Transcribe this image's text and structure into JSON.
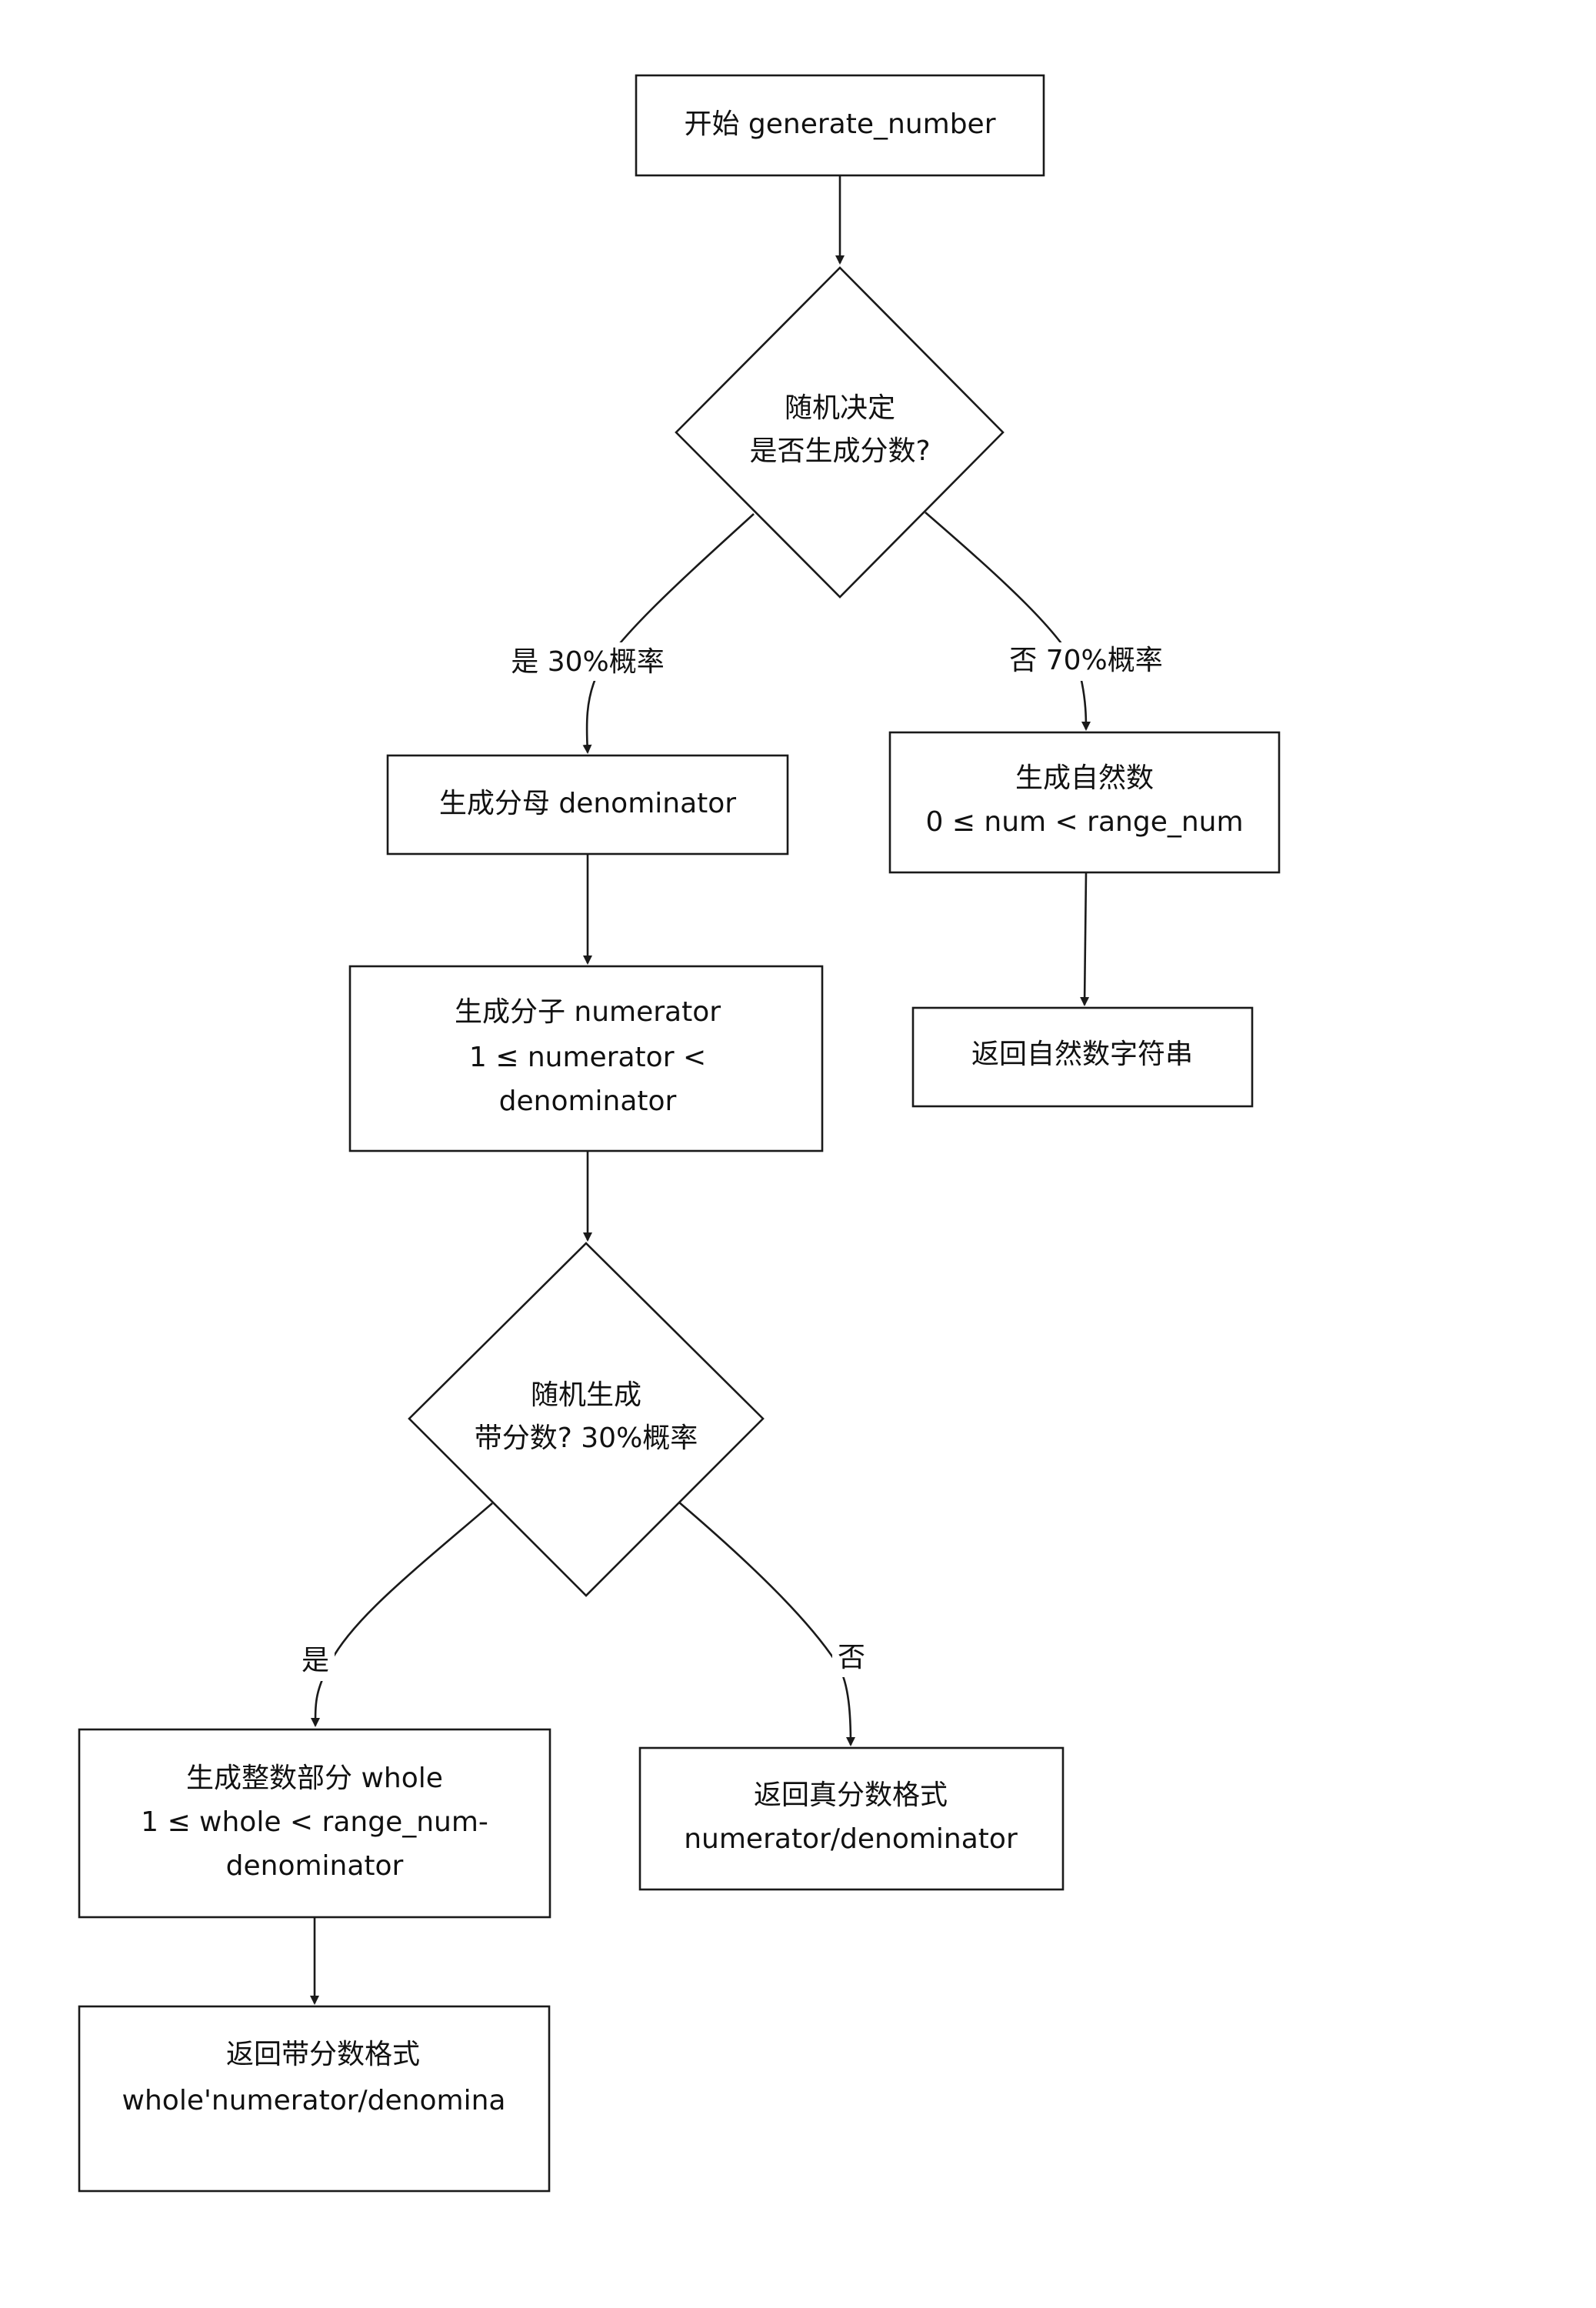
{
  "nodes": {
    "start": {
      "lines": [
        "开始 generate_number"
      ]
    },
    "decide_fraction": {
      "lines": [
        "随机决定",
        "是否生成分数?"
      ]
    },
    "gen_denominator": {
      "lines": [
        "生成分母 denominator"
      ]
    },
    "gen_natural": {
      "lines": [
        "生成自然数",
        "0 ≤ num < range_num"
      ]
    },
    "gen_numerator": {
      "lines": [
        "生成分子 numerator",
        "1 ≤ numerator <",
        "denominator"
      ]
    },
    "return_natural": {
      "lines": [
        "返回自然数字符串"
      ]
    },
    "decide_mixed": {
      "lines": [
        "随机生成",
        "带分数? 30%概率"
      ]
    },
    "gen_whole": {
      "lines": [
        "生成整数部分 whole",
        "1 ≤ whole < range_num-",
        "denominator"
      ]
    },
    "return_proper": {
      "lines": [
        "返回真分数格式",
        "numerator/denominator"
      ]
    },
    "return_mixed": {
      "lines": [
        "返回带分数格式",
        "whole'numerator/denomina"
      ]
    }
  },
  "edge_labels": {
    "fraction_yes": "是 30%概率",
    "fraction_no": "否 70%概率",
    "mixed_yes": "是",
    "mixed_no": "否"
  }
}
